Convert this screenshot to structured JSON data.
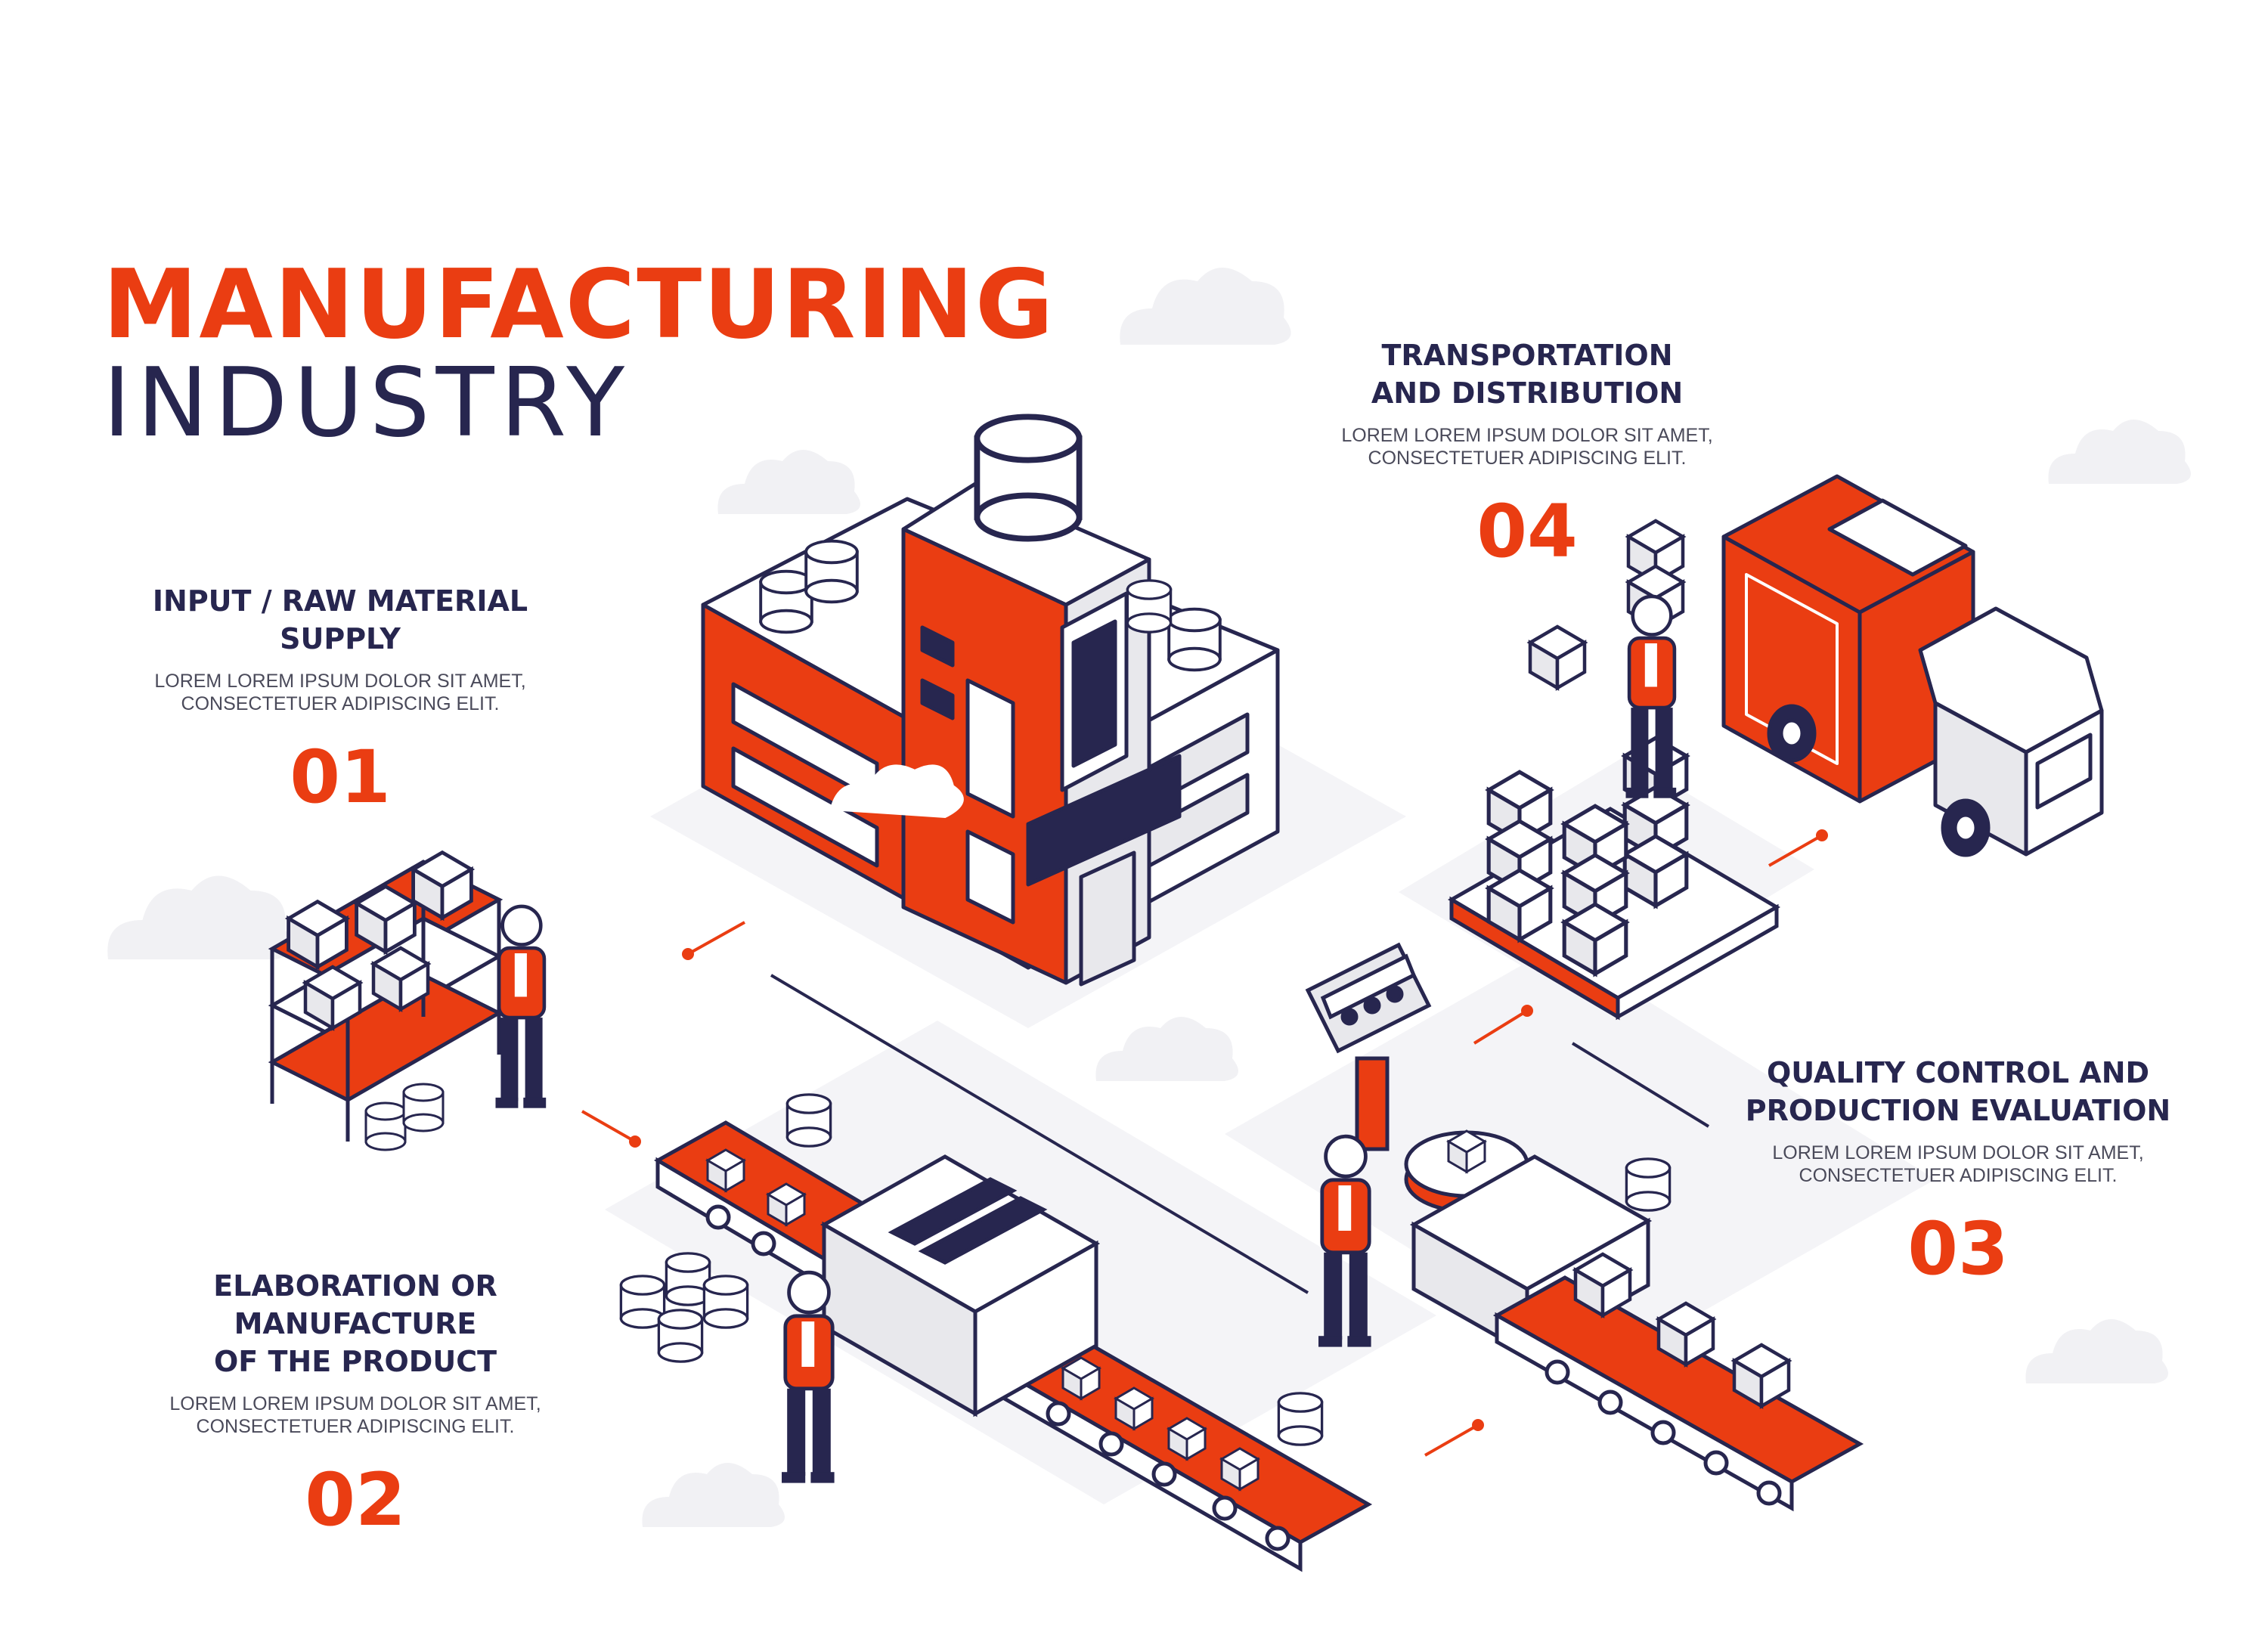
{
  "title": {
    "line1": "MANUFACTURING",
    "line2": "INDUSTRY"
  },
  "steps": [
    {
      "number": "01",
      "title": "INPUT / RAW MATERIAL\nSUPPLY",
      "description": "LOREM LOREM IPSUM DOLOR SIT AMET,\nCONSECTETUER ADIPISCING ELIT."
    },
    {
      "number": "02",
      "title": "ELABORATION OR\nMANUFACTURE\nOF THE PRODUCT",
      "description": "LOREM LOREM IPSUM DOLOR SIT AMET,\nCONSECTETUER ADIPISCING ELIT."
    },
    {
      "number": "03",
      "title": "QUALITY CONTROL AND\nPRODUCTION EVALUATION",
      "description": "LOREM LOREM IPSUM DOLOR SIT AMET,\nCONSECTETUER ADIPISCING ELIT."
    },
    {
      "number": "04",
      "title": "TRANSPORTATION\nAND DISTRIBUTION",
      "description": "LOREM LOREM IPSUM DOLOR SIT AMET,\nCONSECTETUER ADIPISCING ELIT."
    }
  ],
  "colors": {
    "accent": "#ea3d12",
    "dark": "#27264f",
    "light": "#e8e8ec",
    "background": "#ffffff"
  }
}
